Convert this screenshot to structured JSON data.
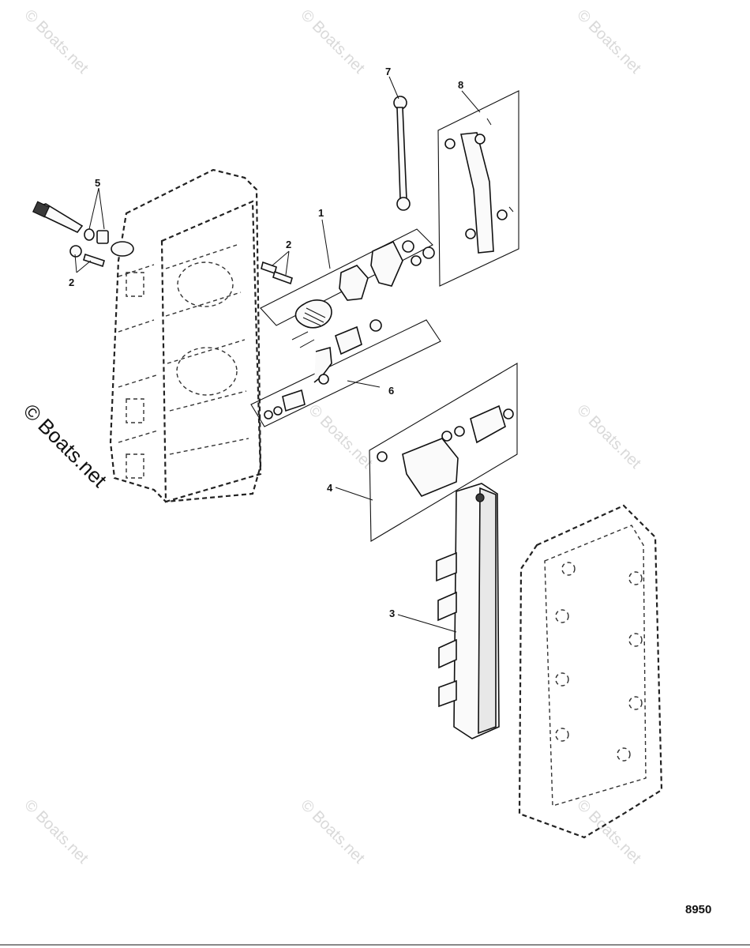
{
  "diagram": {
    "callouts": {
      "c1": "1",
      "c2a": "2",
      "c2b": "2",
      "c3": "3",
      "c4": "4",
      "c5": "5",
      "c6": "6",
      "c7": "7",
      "c8": "8"
    },
    "figure_number": "8950",
    "watermark": "© Boats.net"
  }
}
